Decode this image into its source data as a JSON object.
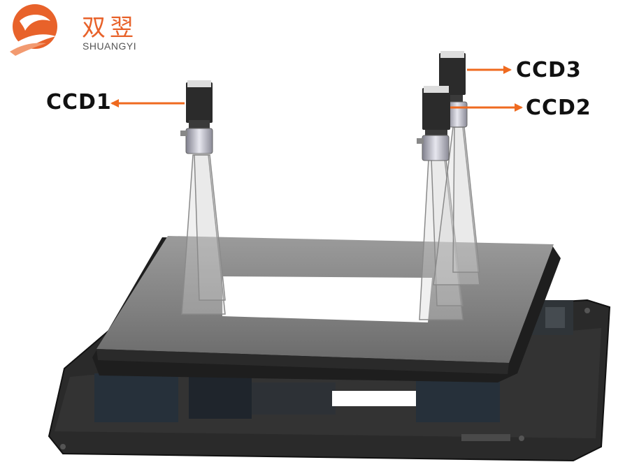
{
  "logo": {
    "chinese": "双翌",
    "english": "SHUANGYI",
    "accent": "#e8622a"
  },
  "cameras": [
    {
      "label": "CCD1"
    },
    {
      "label": "CCD3"
    },
    {
      "label": "CCD2"
    }
  ],
  "colors": {
    "arrow": "#ef6a1f",
    "camera_body": "#2b2b2b",
    "platform_top": "#8c8c8c",
    "platform_edge": "#1e1e1e",
    "base": "#2a2a2a"
  }
}
